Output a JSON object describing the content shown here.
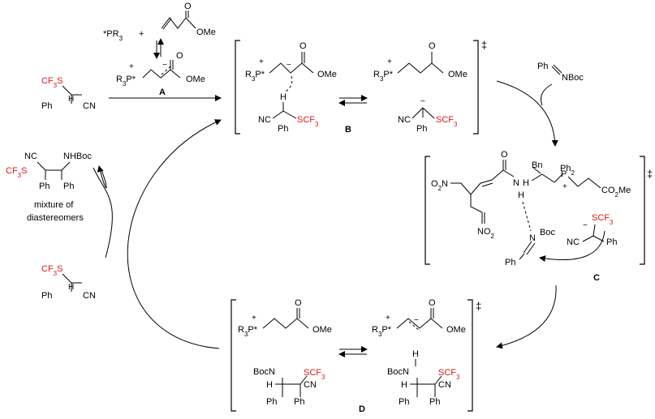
{
  "reagents": {
    "phosphine": "*PR3",
    "plus": "+",
    "ome": "OMe",
    "o": "O",
    "r3p_star": "R3P*",
    "charge_plus": "+",
    "charge_minus": "−"
  },
  "substrate": {
    "scf3_label": "CF3S",
    "ph": "Ph",
    "cn": "CN"
  },
  "intermediate_labels": {
    "A": "A",
    "B": "B",
    "C": "C",
    "D": "D"
  },
  "ts_B": {
    "r3p": "R3P*",
    "ome": "OMe",
    "o": "O",
    "h": "H",
    "nc": "NC",
    "ph": "Ph",
    "scf3": "SCF3",
    "dagger": "‡"
  },
  "imine": {
    "ph": "Ph",
    "nboc": "NBoc"
  },
  "ts_C": {
    "no2_top": "O2N",
    "no2_bottom": "NO2",
    "o": "O",
    "bn": "Bn",
    "ph2": "Ph2",
    "p": "P",
    "co2me": "CO2Me",
    "n": "N",
    "h": "H",
    "boc": "Boc",
    "scf3": "SCF3",
    "nc": "NC",
    "ph": "Ph",
    "dagger": "‡"
  },
  "product": {
    "nc": "NC",
    "nhboc": "NHBoc",
    "cf3s": "CF3S",
    "ph_left": "Ph",
    "ph_right": "Ph",
    "caption_line1": "mixture of",
    "caption_line2": "diastereomers"
  },
  "ts_D": {
    "r3p": "R3P*",
    "ome": "OMe",
    "o": "O",
    "bocn": "BocN",
    "h": "H",
    "scf3": "SCF3",
    "cn": "CN",
    "ph": "Ph",
    "dagger": "‡"
  }
}
